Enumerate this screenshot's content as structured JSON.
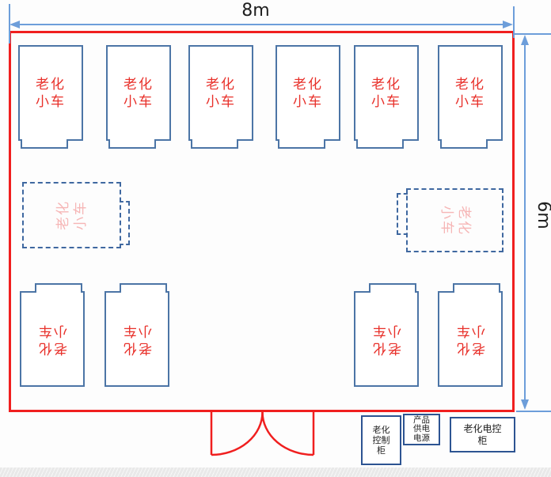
{
  "diagram": {
    "type": "floor-plan",
    "room": {
      "width_label": "8m",
      "height_label": "6m"
    },
    "cart_label": {
      "line1": "老化",
      "line2": "小车",
      "full": "老化小车"
    },
    "cart_layout": {
      "top_row_count": 6,
      "bottom_row_count": 4,
      "reserved_dashed_count": 2
    },
    "door": {
      "type": "double-swing",
      "location": "bottom-wall"
    },
    "cabinets": [
      {
        "label": "老化控制柜",
        "lines": [
          "老化",
          "控制",
          "柜"
        ]
      },
      {
        "label": "产品供电电源",
        "lines": [
          "产品",
          "供电",
          "电源"
        ]
      },
      {
        "label": "老化电控柜",
        "lines": [
          "老化电控",
          "柜"
        ]
      }
    ],
    "colors": {
      "wall_red": "#f01f1f",
      "cart_border_blue": "#4c75a6",
      "cart_text_red": "#e8302a",
      "reserved_text_pink": "#f6b6b6",
      "dashed_border_blue": "#3f68a0",
      "dimension_blue": "#6d9eda",
      "cabinet_border_blue": "#2d5492"
    }
  }
}
